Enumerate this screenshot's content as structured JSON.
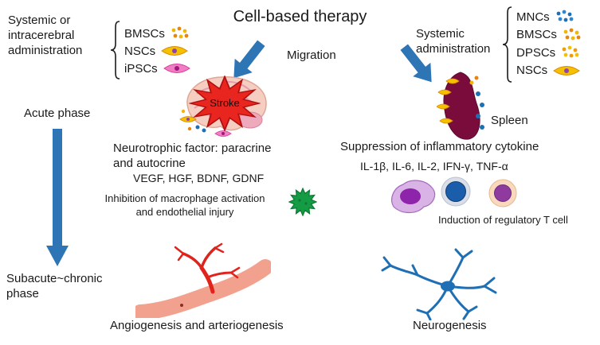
{
  "title": "Cell-based therapy",
  "left_administration": {
    "label": "Systemic or\nintracerebral\nadministration",
    "cells": [
      {
        "name": "BMSCs",
        "icon": "yellow-dots-cells-icon"
      },
      {
        "name": "NSCs",
        "icon": "yellow-spindle-cell-icon"
      },
      {
        "name": "iPSCs",
        "icon": "pink-spindle-cell-icon"
      }
    ]
  },
  "migration_label": "Migration",
  "stroke_label": "Stroke",
  "right_administration": {
    "label": "Systemic\nadministration",
    "cells": [
      {
        "name": "MNCs",
        "icon": "blue-dots-cells-icon"
      },
      {
        "name": "BMSCs",
        "icon": "yellow-dots-cells-icon"
      },
      {
        "name": "DPSCs",
        "icon": "orange-dots-cells-icon"
      },
      {
        "name": "NSCs",
        "icon": "yellow-spindle-cell-icon"
      }
    ]
  },
  "spleen_label": "Spleen",
  "acute_phase_label": "Acute phase",
  "neurotrophic": {
    "heading": "Neurotrophic factor: paracrine\nand autocrine",
    "factors": "VEGF, HGF, BDNF, GDNF"
  },
  "inhibition_label": "Inhibition of macrophage activation\nand endothelial injury",
  "suppression": {
    "heading": "Suppression of inflammatory cytokine",
    "cytokines": "IL-1β, IL-6, IL-2, IFN-γ, TNF-α",
    "induction_label": "Induction of regulatory T cell"
  },
  "subacute_phase_label": "Subacute~chronic\nphase",
  "angiogenesis_label": "Angiogenesis and arteriogenesis",
  "neurogenesis_label": "Neurogenesis",
  "colors": {
    "arrow_blue": "#2E75B6",
    "stroke_red": "#E8251F",
    "spleen_maroon": "#7A0C3C",
    "macrophage_green": "#149B44",
    "vessel_pink": "#F2A18E",
    "neuron_blue": "#1F6FB5"
  }
}
